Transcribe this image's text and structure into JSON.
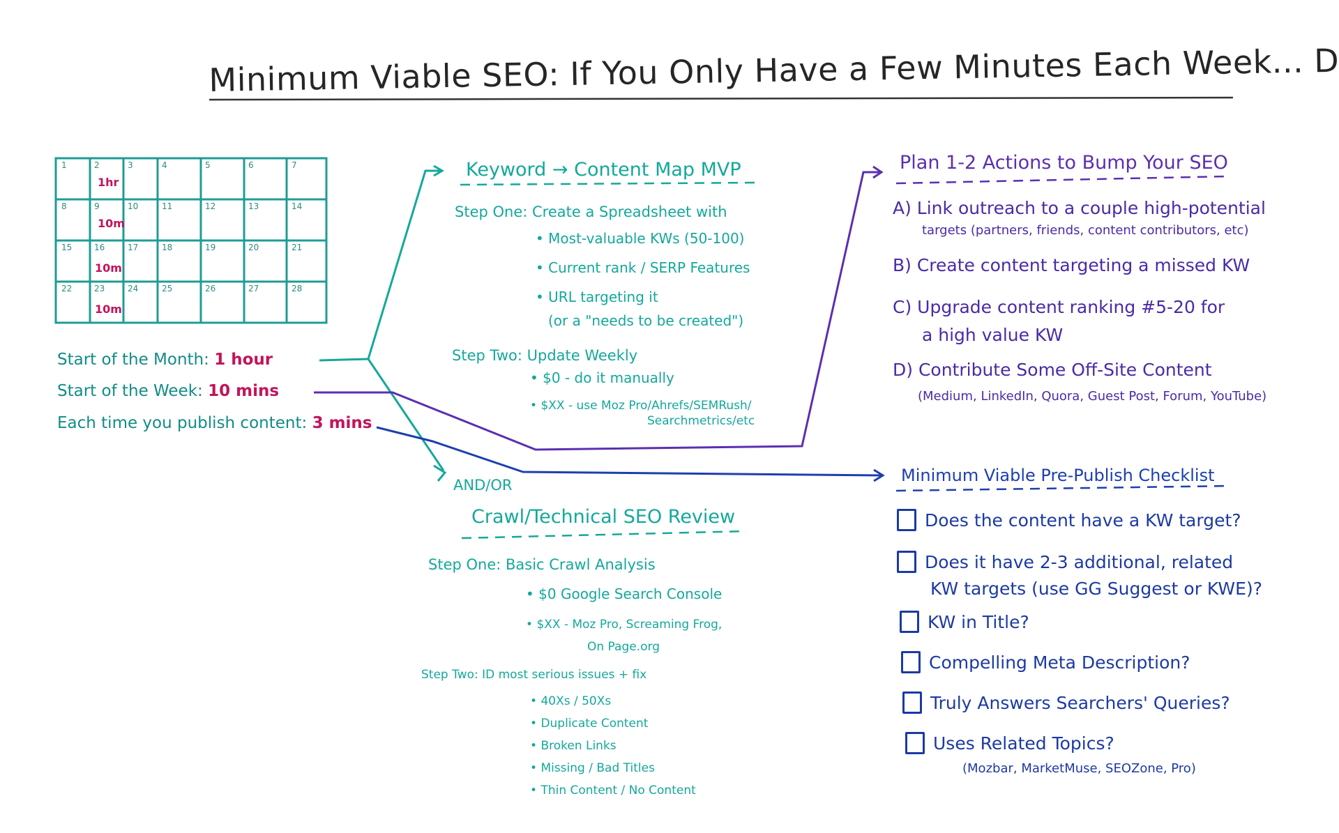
{
  "title": "Minimum Viable SEO: If You Only Have a Few Minutes Each Week... Do This!",
  "colors": {
    "teal": "#14a89a",
    "purple": "#5b2fb0",
    "blue": "#1d3fae",
    "magenta": "#c2145b",
    "black": "#262626"
  },
  "calendar": {
    "days": [
      "1",
      "2",
      "3",
      "4",
      "5",
      "6",
      "7",
      "8",
      "9",
      "10",
      "11",
      "12",
      "13",
      "14",
      "15",
      "16",
      "17",
      "18",
      "19",
      "20",
      "21",
      "22",
      "23",
      "24",
      "25",
      "26",
      "27",
      "28"
    ],
    "marks": [
      {
        "day": "2",
        "text": "1hr"
      },
      {
        "day": "9",
        "text": "10m"
      },
      {
        "day": "16",
        "text": "10m"
      },
      {
        "day": "23",
        "text": "10m"
      }
    ]
  },
  "schedule": [
    {
      "label": "Start of the Month:",
      "value": "1 hour"
    },
    {
      "label": "Start of the Week:",
      "value": "10 mins"
    },
    {
      "label": "Each time you publish content:",
      "value": "3 mins"
    }
  ],
  "keyword_map": {
    "heading": "Keyword → Content Map MVP",
    "step_one": "Step One: Create a Spreadsheet with",
    "step_one_items": [
      "Most-valuable KWs (50-100)",
      "Current rank / SERP Features",
      "URL targeting it",
      "(or a \"needs to be created\")"
    ],
    "step_two": "Step Two: Update Weekly",
    "step_two_items": [
      "$0 - do it manually",
      "$XX - use Moz Pro/Ahrefs/SEMRush/",
      "Searchmetrics/etc"
    ]
  },
  "and_or": "AND/OR",
  "crawl": {
    "heading": "Crawl/Technical SEO Review",
    "step_one": "Step One: Basic Crawl Analysis",
    "step_one_items": [
      "$0 Google Search Console",
      "$XX - Moz Pro, Screaming Frog,",
      "On Page.org"
    ],
    "step_two": "Step Two: ID most serious issues + fix",
    "step_two_items": [
      "40Xs / 50Xs",
      "Duplicate Content",
      "Broken Links",
      "Missing / Bad Titles",
      "Thin Content / No Content"
    ]
  },
  "actions": {
    "heading": "Plan 1-2 Actions to Bump Your SEO",
    "items": [
      {
        "text": "A) Link outreach to a couple high-potential",
        "sub": "targets (partners, friends, content contributors, etc)"
      },
      {
        "text": "B) Create content targeting a missed KW",
        "sub": ""
      },
      {
        "text": "C) Upgrade content ranking #5-20 for",
        "sub": "a high value KW"
      },
      {
        "text": "D) Contribute Some Off-Site Content",
        "sub": "(Medium, LinkedIn, Quora, Guest Post, Forum, YouTube)"
      }
    ]
  },
  "checklist": {
    "heading": "Minimum Viable Pre-Publish Checklist",
    "items": [
      {
        "text": "Does the content have a KW target?",
        "sub": ""
      },
      {
        "text": "Does it have 2-3 additional, related",
        "sub": "KW targets (use GG Suggest or KWE)?"
      },
      {
        "text": "KW in Title?",
        "sub": ""
      },
      {
        "text": "Compelling Meta Description?",
        "sub": ""
      },
      {
        "text": "Truly Answers Searchers' Queries?",
        "sub": ""
      },
      {
        "text": "Uses Related Topics?",
        "sub": "(Mozbar, MarketMuse, SEOZone, Pro)"
      }
    ]
  }
}
